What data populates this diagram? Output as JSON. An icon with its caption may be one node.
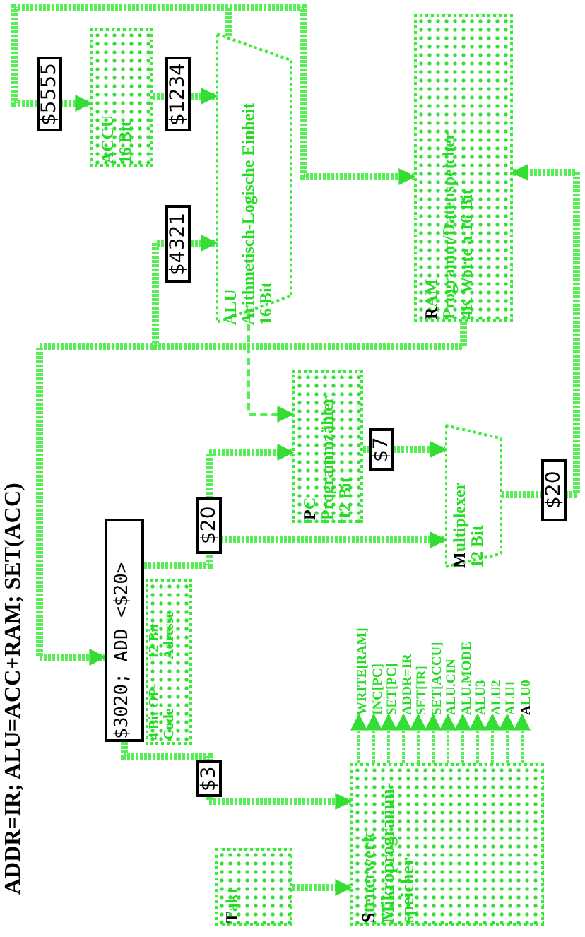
{
  "diagram": {
    "title": "ADDR=IR; ALU=ACC+RAM; SET(ACC)",
    "nodes": [
      {
        "text": [
          "ACCU",
          "16 Bit"
        ]
      },
      {
        "text": [
          "ALU",
          "Arithmetisch-Logische Einheit",
          "16 Bit"
        ]
      },
      {
        "text": [
          "RAM",
          "Programm/Datenspeicher",
          "4K Worte a 16 Bit"
        ]
      },
      {
        "text": [
          "PC",
          "Programmzähler",
          "12 Bit"
        ]
      },
      {
        "text": [
          "Multiplexer",
          "12 Bit"
        ]
      },
      {
        "text": [
          "$3020; ADD <$20>"
        ]
      },
      {
        "text": [
          "Steuerwerk",
          "Mikroprogramm-speicher"
        ]
      },
      {
        "text": [
          "Takt"
        ]
      },
      {
        "text": [
          "4 Bit OP-Code",
          "12 Bit Adresse"
        ]
      },
      {
        "text": [
          "WRITE[RAM]"
        ]
      },
      {
        "text": [
          "INC[PC]"
        ]
      },
      {
        "text": [
          "SET[PC]"
        ]
      },
      {
        "text": [
          "ADDR=IR"
        ]
      },
      {
        "text": [
          "SET[IR]"
        ]
      },
      {
        "text": [
          "SET[ACCU]"
        ]
      },
      {
        "text": [
          "ALU.CIN"
        ]
      },
      {
        "text": [
          "ALU.MODE"
        ]
      },
      {
        "text": [
          "ALU3"
        ]
      },
      {
        "text": [
          "ALU2"
        ]
      },
      {
        "text": [
          "ALU1"
        ]
      },
      {
        "text": [
          "ALU0"
        ]
      }
    ],
    "edges": [
      {
        "from": 1,
        "to": 0,
        "arrow": "to",
        "label": "$5555"
      },
      {
        "from": 0,
        "to": 1,
        "arrow": "to",
        "label": "$1234"
      },
      {
        "from": 1,
        "to": 2,
        "arrow": "to"
      },
      {
        "from": 2,
        "to": 1,
        "arrow": "to",
        "label": "$4321"
      },
      {
        "from": 2,
        "to": 5,
        "arrow": "to"
      },
      {
        "from": 1,
        "to": 3,
        "arrow": "to",
        "style": "dashed"
      },
      {
        "from": 5,
        "to": 3,
        "arrow": "to",
        "label": "$20"
      },
      {
        "from": 5,
        "to": 4,
        "arrow": "to"
      },
      {
        "from": 3,
        "to": 4,
        "arrow": "to",
        "label": "$7"
      },
      {
        "from": 4,
        "to": 2,
        "arrow": "to",
        "label": "$20"
      },
      {
        "from": 5,
        "to": 6,
        "arrow": "to",
        "label": "$3"
      },
      {
        "from": 7,
        "to": 6,
        "arrow": "to"
      },
      {
        "from": 6,
        "to": 9,
        "arrow": "to"
      },
      {
        "from": 6,
        "to": 10,
        "arrow": "to"
      },
      {
        "from": 6,
        "to": 11,
        "arrow": "to"
      },
      {
        "from": 6,
        "to": 12,
        "arrow": "to"
      },
      {
        "from": 6,
        "to": 13,
        "arrow": "to"
      },
      {
        "from": 6,
        "to": 14,
        "arrow": "to"
      },
      {
        "from": 6,
        "to": 15,
        "arrow": "to"
      },
      {
        "from": 6,
        "to": 16,
        "arrow": "to"
      },
      {
        "from": 6,
        "to": 17,
        "arrow": "to"
      },
      {
        "from": 6,
        "to": 18,
        "arrow": "to"
      },
      {
        "from": 6,
        "to": 19,
        "arrow": "to"
      },
      {
        "from": 6,
        "to": 20,
        "arrow": "to"
      }
    ]
  }
}
